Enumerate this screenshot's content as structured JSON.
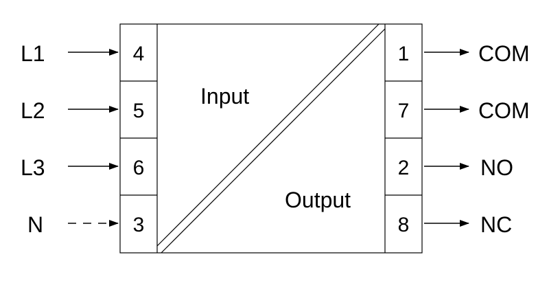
{
  "diagram": {
    "center_top_label": "Input",
    "center_bottom_label": "Output",
    "inputs": [
      {
        "line": "L1",
        "terminal": "4",
        "dashed": false
      },
      {
        "line": "L2",
        "terminal": "5",
        "dashed": false
      },
      {
        "line": "L3",
        "terminal": "6",
        "dashed": false
      },
      {
        "line": "N",
        "terminal": "3",
        "dashed": true
      }
    ],
    "outputs": [
      {
        "terminal": "1",
        "signal": "COM"
      },
      {
        "terminal": "7",
        "signal": "COM"
      },
      {
        "terminal": "2",
        "signal": "NO"
      },
      {
        "terminal": "8",
        "signal": "NC"
      }
    ]
  }
}
